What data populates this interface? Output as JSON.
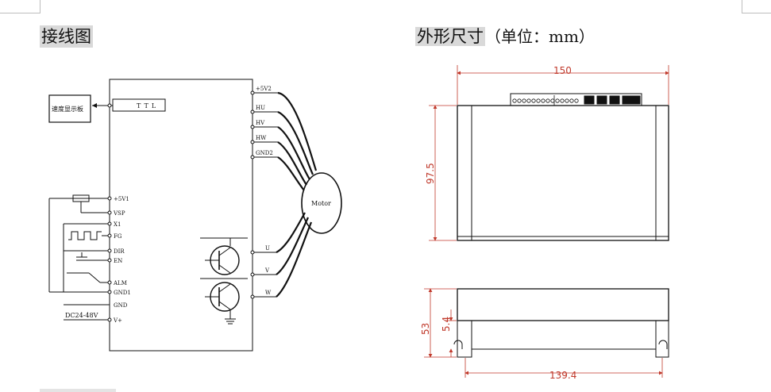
{
  "headings": {
    "wiring": "接线图",
    "dimensions_main": "外形尺寸",
    "dimensions_unit": "（单位：mm）"
  },
  "wiring": {
    "display_board": "速度显示板",
    "ttl": "TTL",
    "motor": "Motor",
    "supply": "DC24-48V",
    "hall_terminals": [
      "+5V2",
      "HU",
      "HV",
      "HW",
      "GND2"
    ],
    "control_terminals": [
      "+5V1",
      "VSP",
      "X1",
      "FG",
      "DIR",
      "EN",
      "ALM",
      "GND1",
      "GND",
      "V+"
    ],
    "phase_terminals": [
      "U",
      "V",
      "W"
    ]
  },
  "dimensions": {
    "length": "150",
    "height": "97.5",
    "thickness": "53",
    "flange": "5.4",
    "hole_spacing": "139.4"
  },
  "colors": {
    "heading_bg": "#d9d9d9",
    "dimension": "#c0392b",
    "line": "#111111"
  }
}
